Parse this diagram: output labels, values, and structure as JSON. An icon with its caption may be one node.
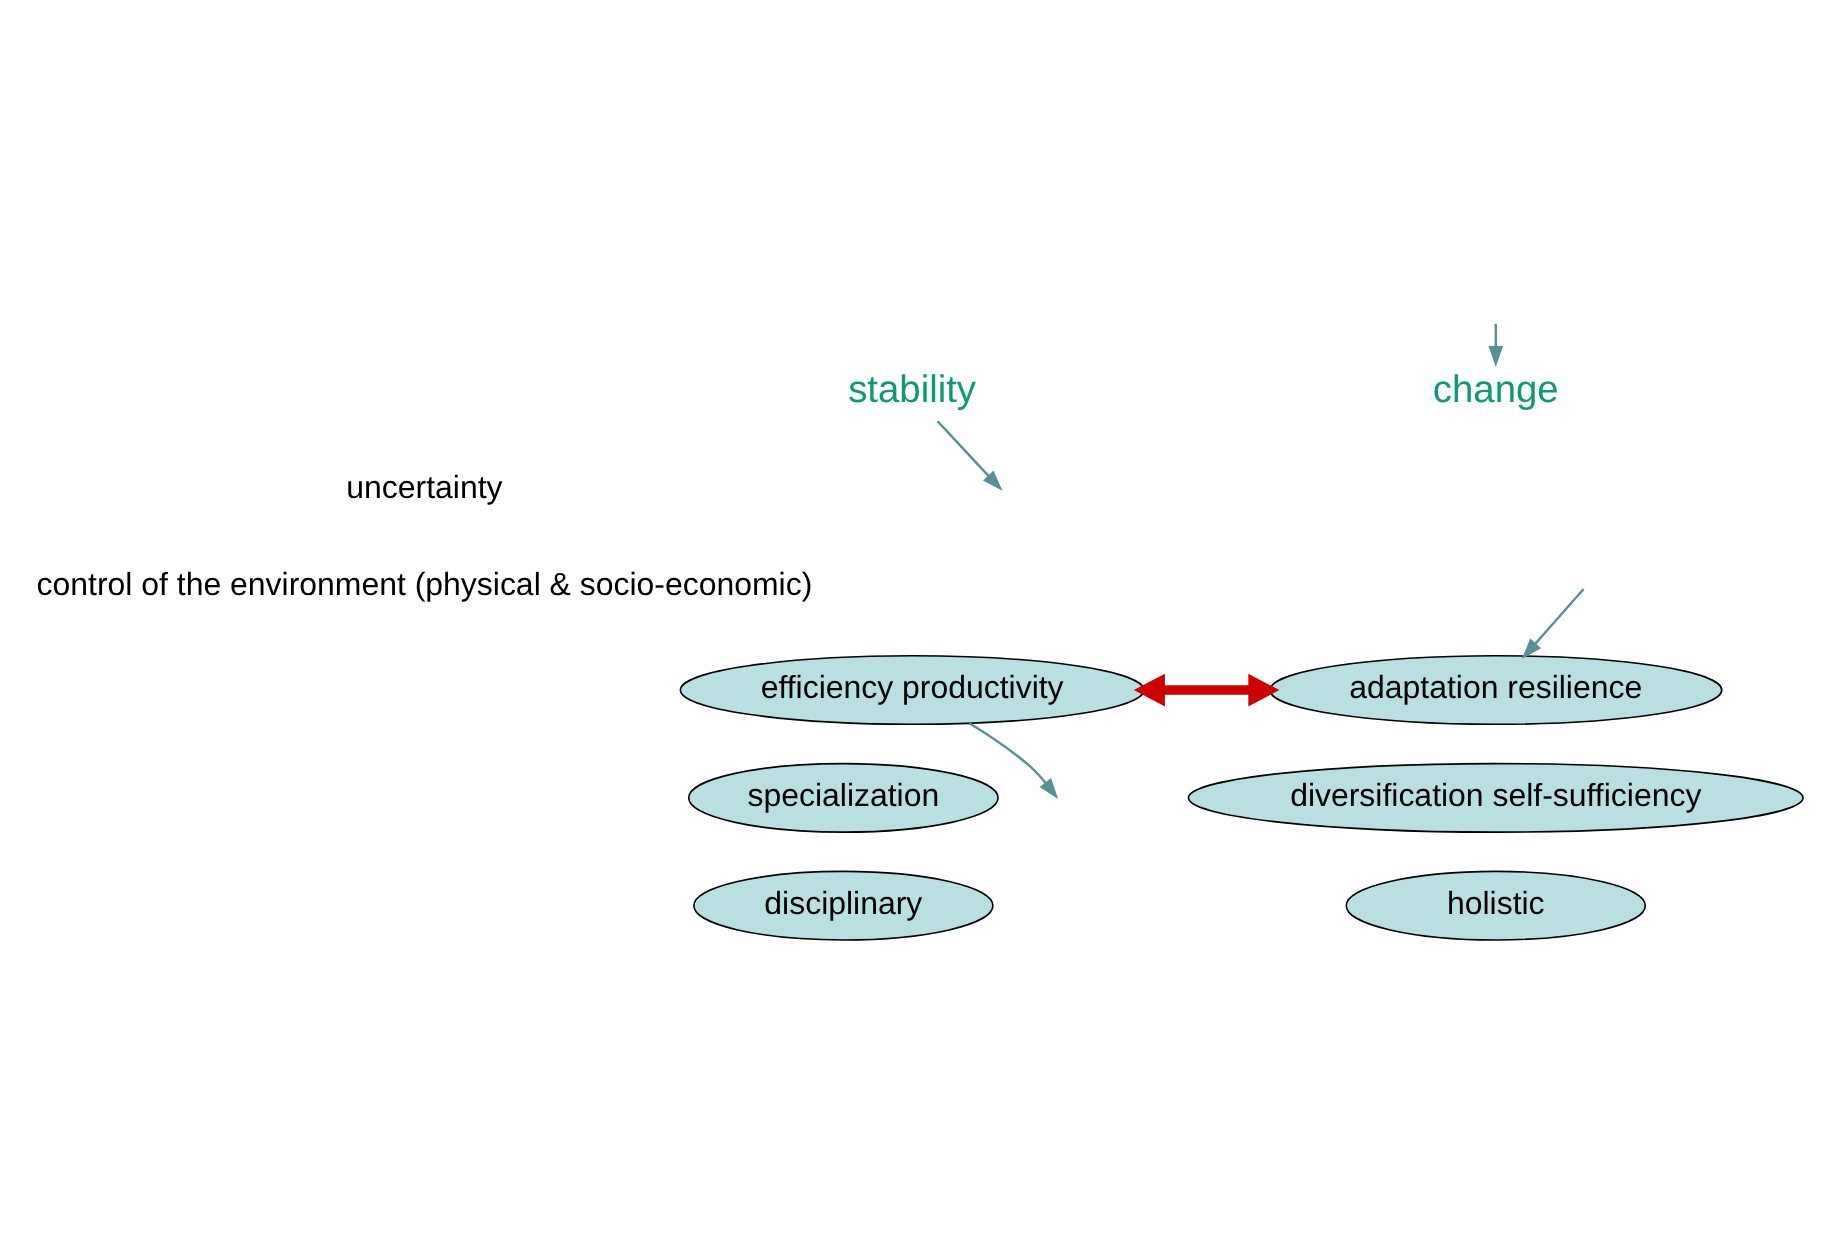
{
  "diagram": {
    "nodes": [
      {
        "text": [
          "stability"
        ]
      },
      {
        "text": [
          "change"
        ]
      },
      {
        "text": [
          "uncertainty"
        ]
      },
      {
        "text": [
          "control of the environment (physical & socio-economic)"
        ]
      },
      {
        "text": [
          "efficiency productivity"
        ]
      },
      {
        "text": [
          "specialization"
        ]
      },
      {
        "text": [
          "disciplinary"
        ]
      },
      {
        "text": [
          "adaptation resilience"
        ]
      },
      {
        "text": [
          "diversification self-sufficiency"
        ]
      },
      {
        "text": [
          "holistic"
        ]
      }
    ],
    "edges": [
      {
        "from": 0,
        "to": null,
        "arrow": "to"
      },
      {
        "from": 4,
        "to": null,
        "arrow": "to"
      },
      {
        "from": null,
        "to": 1,
        "arrow": "to"
      },
      {
        "from": null,
        "to": 7,
        "arrow": "to"
      },
      {
        "from": 4,
        "to": 7,
        "arrow": "both",
        "color": "#cc0000",
        "style": "thick"
      }
    ]
  }
}
